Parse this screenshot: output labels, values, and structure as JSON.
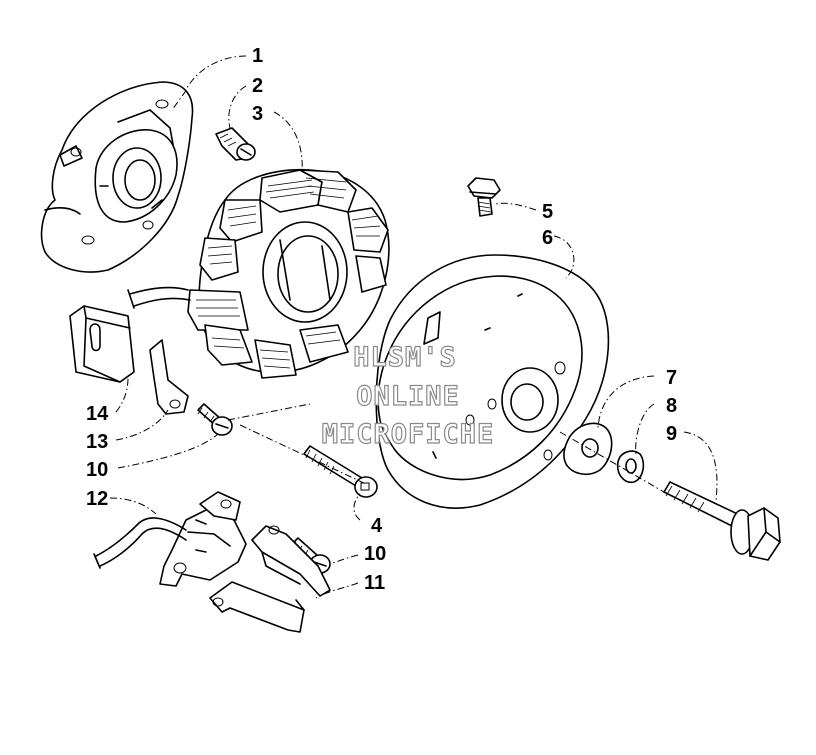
{
  "watermark": {
    "lines": [
      "HLSM'S",
      "ONLINE",
      "MICROFICHE"
    ]
  },
  "callouts": {
    "c1": "1",
    "c2": "2",
    "c3": "3",
    "c4": "4",
    "c5": "5",
    "c6": "6",
    "c7": "7",
    "c8": "8",
    "c9": "9",
    "c10a": "10",
    "c10b": "10",
    "c11": "11",
    "c12": "12",
    "c13": "13",
    "c14": "14"
  }
}
